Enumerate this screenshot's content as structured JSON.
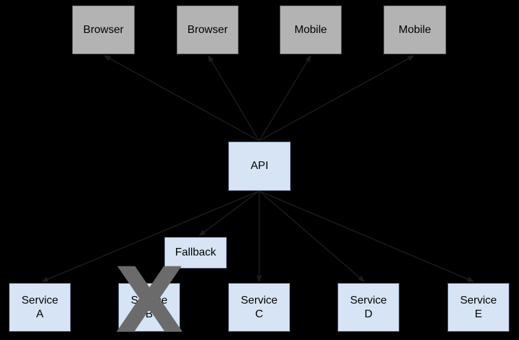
{
  "diagram": {
    "clients": {
      "browser1": {
        "label": "Browser"
      },
      "browser2": {
        "label": "Browser"
      },
      "mobile1": {
        "label": "Mobile"
      },
      "mobile2": {
        "label": "Mobile"
      }
    },
    "api": {
      "label": "API"
    },
    "fallback": {
      "label": "Fallback"
    },
    "services": {
      "a": {
        "label": "Service\nA",
        "status": "up"
      },
      "b": {
        "label": "Service\nB",
        "status": "failed"
      },
      "c": {
        "label": "Service\nC",
        "status": "up"
      },
      "d": {
        "label": "Service\nD",
        "status": "up"
      },
      "e": {
        "label": "Service\nE",
        "status": "up"
      }
    },
    "failure_mark": {
      "glyph": "X",
      "over": "Service B"
    },
    "edges": [
      {
        "from": "API",
        "to": "Browser (left)"
      },
      {
        "from": "API",
        "to": "Browser (right)"
      },
      {
        "from": "API",
        "to": "Mobile (left)"
      },
      {
        "from": "API",
        "to": "Mobile (right)"
      },
      {
        "from": "API",
        "to": "Service A"
      },
      {
        "from": "API",
        "to": "Fallback"
      },
      {
        "from": "API",
        "to": "Service C"
      },
      {
        "from": "API",
        "to": "Service D"
      },
      {
        "from": "API",
        "to": "Service E"
      }
    ],
    "colors": {
      "background": "#000000",
      "client_fill": "#b3b3b3",
      "client_border": "#666666",
      "node_fill": "#d6e4f5",
      "node_border": "#4d6278",
      "edge": "#1c1c1c",
      "text": "#000000",
      "failure": "#6b6b6b"
    }
  }
}
